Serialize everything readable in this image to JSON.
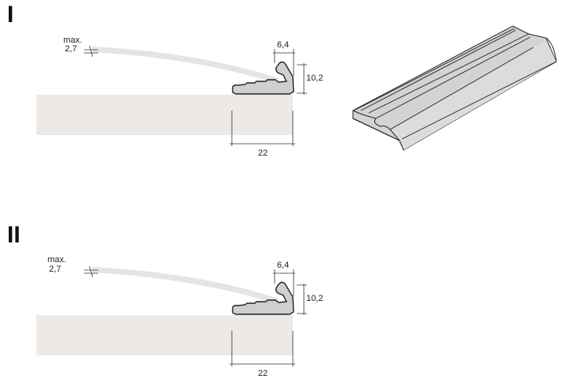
{
  "sections": [
    {
      "label": "I",
      "max_label": "max.",
      "max_value": "2,7",
      "dim_width": "6,4",
      "dim_height": "10,2",
      "dim_depth": "22"
    },
    {
      "label": "II",
      "max_label": "max.",
      "max_value": "2,7",
      "dim_width": "6,4",
      "dim_height": "10,2",
      "dim_depth": "22"
    }
  ],
  "colors": {
    "board": "#ece9e7",
    "panel": "#e4e4e4",
    "profile": "#cfcfcf",
    "profile_light": "#dedede",
    "outline": "#222222"
  }
}
